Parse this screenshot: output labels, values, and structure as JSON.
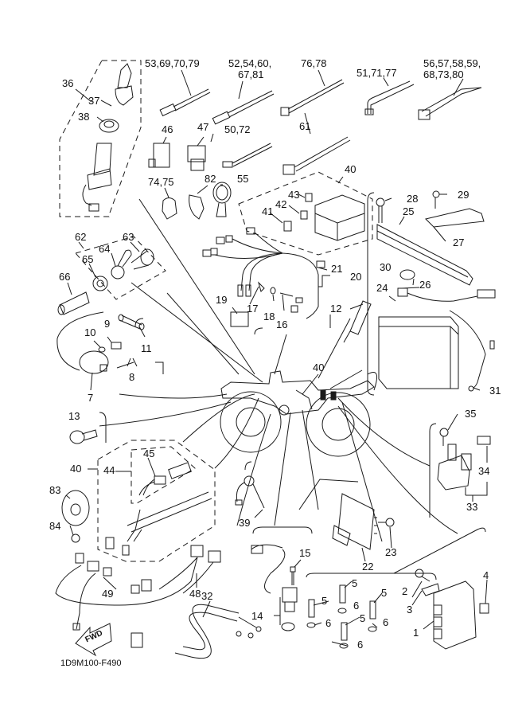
{
  "diagram": {
    "type": "exploded-parts-diagram",
    "subject": "ATV electrical system",
    "catalog_code": "1D9M100-F490",
    "direction_badge": "FWD"
  },
  "callouts": [
    {
      "id": "c53",
      "text": "53,69,70,79"
    },
    {
      "id": "c52",
      "text": "52,54,60,"
    },
    {
      "id": "c52b",
      "text": "67,81"
    },
    {
      "id": "c76",
      "text": "76,78"
    },
    {
      "id": "c51",
      "text": "51,71,77"
    },
    {
      "id": "c56",
      "text": "56,57,58,59,"
    },
    {
      "id": "c56b",
      "text": "68,73,80"
    },
    {
      "id": "c36",
      "text": "36"
    },
    {
      "id": "c37",
      "text": "37"
    },
    {
      "id": "c38",
      "text": "38"
    },
    {
      "id": "c46",
      "text": "46"
    },
    {
      "id": "c47",
      "text": "47"
    },
    {
      "id": "c50",
      "text": "50,72"
    },
    {
      "id": "c61",
      "text": "61"
    },
    {
      "id": "c74",
      "text": "74,75"
    },
    {
      "id": "c82",
      "text": "82"
    },
    {
      "id": "c55",
      "text": "55"
    },
    {
      "id": "c40a",
      "text": "40"
    },
    {
      "id": "c43",
      "text": "43"
    },
    {
      "id": "c42",
      "text": "42"
    },
    {
      "id": "c41",
      "text": "41"
    },
    {
      "id": "c28",
      "text": "28"
    },
    {
      "id": "c29",
      "text": "29"
    },
    {
      "id": "c25",
      "text": "25"
    },
    {
      "id": "c27",
      "text": "27"
    },
    {
      "id": "c62",
      "text": "62"
    },
    {
      "id": "c63",
      "text": "63"
    },
    {
      "id": "c64",
      "text": "64"
    },
    {
      "id": "c65",
      "text": "65"
    },
    {
      "id": "c66",
      "text": "66"
    },
    {
      "id": "c21",
      "text": "21"
    },
    {
      "id": "c20",
      "text": "20"
    },
    {
      "id": "c30",
      "text": "30"
    },
    {
      "id": "c26",
      "text": "26"
    },
    {
      "id": "c24",
      "text": "24"
    },
    {
      "id": "c19",
      "text": "19"
    },
    {
      "id": "c17",
      "text": "17"
    },
    {
      "id": "c18",
      "text": "18"
    },
    {
      "id": "c16",
      "text": "16"
    },
    {
      "id": "c12",
      "text": "12"
    },
    {
      "id": "c9",
      "text": "9"
    },
    {
      "id": "c10",
      "text": "10"
    },
    {
      "id": "c11",
      "text": "11"
    },
    {
      "id": "c8",
      "text": "8"
    },
    {
      "id": "c7",
      "text": "7"
    },
    {
      "id": "c40b",
      "text": "40"
    },
    {
      "id": "c31",
      "text": "31"
    },
    {
      "id": "c13",
      "text": "13"
    },
    {
      "id": "c35",
      "text": "35"
    },
    {
      "id": "c34",
      "text": "34"
    },
    {
      "id": "c33",
      "text": "33"
    },
    {
      "id": "c45",
      "text": "45"
    },
    {
      "id": "c40c",
      "text": "40"
    },
    {
      "id": "c44",
      "text": "44"
    },
    {
      "id": "c83",
      "text": "83"
    },
    {
      "id": "c84",
      "text": "84"
    },
    {
      "id": "c39",
      "text": "39"
    },
    {
      "id": "c22",
      "text": "22"
    },
    {
      "id": "c23",
      "text": "23"
    },
    {
      "id": "c15",
      "text": "15"
    },
    {
      "id": "c14",
      "text": "14"
    },
    {
      "id": "c49",
      "text": "49"
    },
    {
      "id": "c48",
      "text": "48"
    },
    {
      "id": "c32",
      "text": "32"
    },
    {
      "id": "c5a",
      "text": "5"
    },
    {
      "id": "c5b",
      "text": "5"
    },
    {
      "id": "c5c",
      "text": "5"
    },
    {
      "id": "c5d",
      "text": "5"
    },
    {
      "id": "c6a",
      "text": "6"
    },
    {
      "id": "c6b",
      "text": "6"
    },
    {
      "id": "c6c",
      "text": "6"
    },
    {
      "id": "c6d",
      "text": "6"
    },
    {
      "id": "c2",
      "text": "2"
    },
    {
      "id": "c3",
      "text": "3"
    },
    {
      "id": "c4",
      "text": "4"
    },
    {
      "id": "c1",
      "text": "1"
    }
  ],
  "colors": {
    "ink": "#1a1a1a",
    "paper": "#ffffff"
  }
}
